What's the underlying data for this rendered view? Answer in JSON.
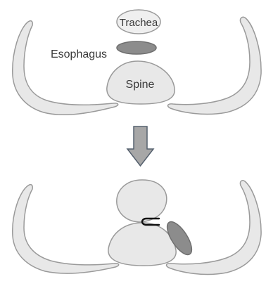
{
  "labels": {
    "trachea": "Trachea",
    "esophagus": "Esophagus",
    "spine": "Spine"
  },
  "colors": {
    "background": "#ffffff",
    "structure_fill": "#e8e8e8",
    "outline": "#9a9a9a",
    "esophagus_fill": "#8c8c8c",
    "arrow_fill": "#a7a7a7",
    "arrow_stroke": "#55606e",
    "bracket": "#111111"
  }
}
